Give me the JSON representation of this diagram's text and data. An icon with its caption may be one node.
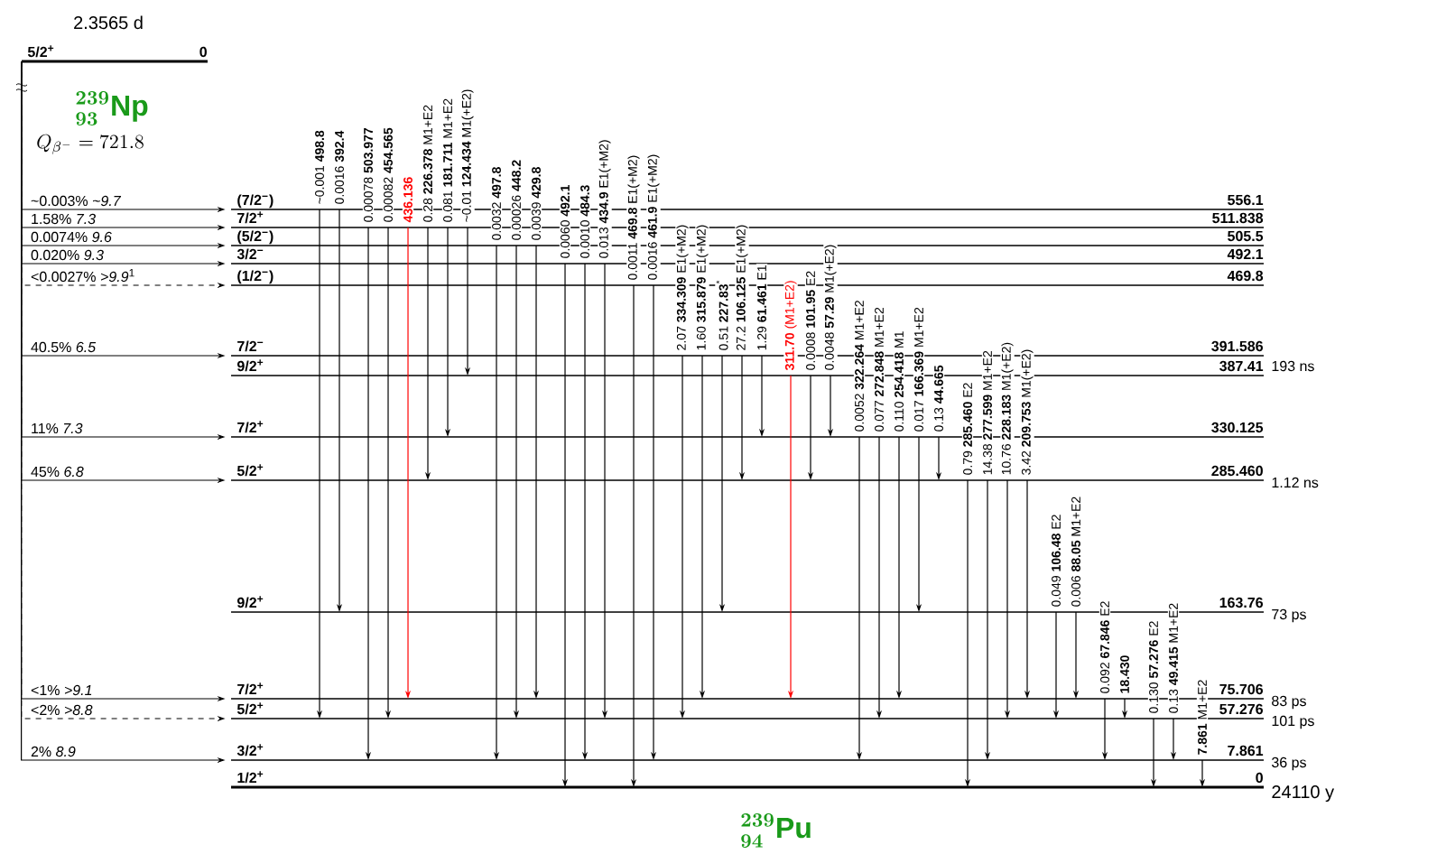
{
  "diagram": {
    "nodes": [
      {
        "text": [
          "5/2$^{+}$",
          "0"
        ],
        "beside": [
          "2.3565 d"
        ]
      },
      {
        "text": [
          "(7/2$^{−}$)",
          "556.1"
        ]
      },
      {
        "text": [
          "7/2$^{+}$",
          "511.838"
        ]
      },
      {
        "text": [
          "(5/2$^{−}$)",
          "505.5"
        ]
      },
      {
        "text": [
          "3/2$^{−}$",
          "492.1"
        ]
      },
      {
        "text": [
          "(1/2$^{−}$)",
          "469.8"
        ]
      },
      {
        "text": [
          "7/2$^{−}$",
          "391.586"
        ],
        "beside": [
          "193 ns"
        ]
      },
      {
        "text": [
          "9/2$^{+}$",
          "387.41"
        ]
      },
      {
        "text": [
          "7/2$^{+}$",
          "330.125"
        ]
      },
      {
        "text": [
          "5/2$^{+}$",
          "285.460"
        ],
        "beside": [
          "1.12 ns"
        ]
      },
      {
        "text": [
          "9/2$^{+}$",
          "163.76"
        ],
        "beside": [
          "73 ps"
        ]
      },
      {
        "text": [
          "7/2$^{+}$",
          "75.706"
        ],
        "beside": [
          "83 ps"
        ]
      },
      {
        "text": [
          "5/2$^{+}$",
          "57.276"
        ],
        "beside": [
          "101 ps"
        ]
      },
      {
        "text": [
          "3/2$^{+}$",
          "7.861"
        ],
        "beside": [
          "36 ps"
        ]
      },
      {
        "text": [
          "1/2$^{+}$",
          "0"
        ],
        "beside": [
          "24110 y"
        ]
      }
    ],
    "edges": [
      {
        "from": 0,
        "to": 1,
        "arrow": "to",
        "label": "~0.003% *~9.7*"
      },
      {
        "from": 0,
        "to": 2,
        "arrow": "to",
        "label": "1.58% *7.3*"
      },
      {
        "from": 0,
        "to": 3,
        "arrow": "to",
        "label": "0.0074% *9.6*"
      },
      {
        "from": 0,
        "to": 4,
        "arrow": "to",
        "label": "0.020% *9.3*"
      },
      {
        "from": 0,
        "to": 5,
        "arrow": "to",
        "label": "<0.0027% *>9.9*$^{1}$",
        "style": "dashed"
      },
      {
        "from": 0,
        "to": 6,
        "arrow": "to",
        "label": "40.5% *6.5*"
      },
      {
        "from": 0,
        "to": 8,
        "arrow": "to",
        "label": "11% *7.3*"
      },
      {
        "from": 0,
        "to": 9,
        "arrow": "to",
        "label": "45% *6.8*"
      },
      {
        "from": 0,
        "to": 11,
        "arrow": "to",
        "label": "<1% *>9.1*"
      },
      {
        "from": 0,
        "to": 12,
        "arrow": "to",
        "label": "<2% *>8.8*",
        "style": "dashed"
      },
      {
        "from": 0,
        "to": 13,
        "arrow": "to",
        "label": "2% *8.9*"
      },
      {
        "from": 1,
        "to": 12,
        "arrow": "to",
        "label": "~0.001 **498.8**"
      },
      {
        "from": 1,
        "to": 10,
        "arrow": "to",
        "label": "0.0016 **392.4**"
      },
      {
        "from": 2,
        "to": 13,
        "arrow": "to",
        "label": "0.00078 **503.977**"
      },
      {
        "from": 2,
        "to": 12,
        "arrow": "to",
        "label": "0.00082 **454.565**"
      },
      {
        "from": 2,
        "to": 11,
        "arrow": "to",
        "label": "**436.136**",
        "color": "#ff0000"
      },
      {
        "from": 2,
        "to": 9,
        "arrow": "to",
        "label": "0.28 **226.378** M1+E2"
      },
      {
        "from": 2,
        "to": 8,
        "arrow": "to",
        "label": "0.081 **181.711** M1+E2"
      },
      {
        "from": 2,
        "to": 7,
        "arrow": "to",
        "label": "~0.01 **124.434** M1(+E2)"
      },
      {
        "from": 3,
        "to": 13,
        "arrow": "to",
        "label": "0.0032 **497.8**"
      },
      {
        "from": 3,
        "to": 12,
        "arrow": "to",
        "label": "0.00026 **448.2**"
      },
      {
        "from": 3,
        "to": 11,
        "arrow": "to",
        "label": "0.0039 **429.8**"
      },
      {
        "from": 4,
        "to": 14,
        "arrow": "to",
        "label": "0.0060 **492.1**"
      },
      {
        "from": 4,
        "to": 13,
        "arrow": "to",
        "label": "0.0010 **484.3**"
      },
      {
        "from": 4,
        "to": 12,
        "arrow": "to",
        "label": "0.013 **434.9** E1(+M2)"
      },
      {
        "from": 5,
        "to": 14,
        "arrow": "to",
        "label": "0.0011 **469.8** E1(+M2)"
      },
      {
        "from": 5,
        "to": 13,
        "arrow": "to",
        "label": "0.0016 **461.9** E1(+M2)"
      },
      {
        "from": 6,
        "to": 12,
        "arrow": "to",
        "label": "2.07 **334.309** E1(+M2)"
      },
      {
        "from": 6,
        "to": 11,
        "arrow": "to",
        "label": "1.60 **315.879** E1(+M2)"
      },
      {
        "from": 6,
        "to": 10,
        "arrow": "to",
        "label": "0.51 **227.83**$^{*}$"
      },
      {
        "from": 6,
        "to": 9,
        "arrow": "to",
        "label": "27.2 **106.125** E1(+M2)"
      },
      {
        "from": 6,
        "to": 8,
        "arrow": "to",
        "label": "1.29 **61.461** E1"
      },
      {
        "from": 7,
        "to": 11,
        "arrow": "to",
        "label": "**311.70** (M1+E2)",
        "color": "#ff0000"
      },
      {
        "from": 7,
        "to": 9,
        "arrow": "to",
        "label": "0.0008 **101.95** E2"
      },
      {
        "from": 7,
        "to": 8,
        "arrow": "to",
        "label": "0.0048 **57.29** M1(+E2)"
      },
      {
        "from": 8,
        "to": 13,
        "arrow": "to",
        "label": "0.0052 **322.264** M1+E2"
      },
      {
        "from": 8,
        "to": 12,
        "arrow": "to",
        "label": "0.077 **272.848** M1+E2"
      },
      {
        "from": 8,
        "to": 11,
        "arrow": "to",
        "label": "0.110 **254.418** M1"
      },
      {
        "from": 8,
        "to": 10,
        "arrow": "to",
        "label": "0.017 **166.369** M1+E2"
      },
      {
        "from": 8,
        "to": 9,
        "arrow": "to",
        "label": "0.13 **44.665**"
      },
      {
        "from": 9,
        "to": 14,
        "arrow": "to",
        "label": "0.79 **285.460** E2"
      },
      {
        "from": 9,
        "to": 13,
        "arrow": "to",
        "label": "14.38 **277.599** M1+E2"
      },
      {
        "from": 9,
        "to": 12,
        "arrow": "to",
        "label": "10.76 **228.183** M1(+E2)"
      },
      {
        "from": 9,
        "to": 11,
        "arrow": "to",
        "label": "3.42 **209.753** M1(+E2)"
      },
      {
        "from": 10,
        "to": 12,
        "arrow": "to",
        "label": "0.049 **106.48** E2"
      },
      {
        "from": 10,
        "to": 11,
        "arrow": "to",
        "label": "0.006 **88.05** M1+E2"
      },
      {
        "from": 11,
        "to": 13,
        "arrow": "to",
        "label": "0.092 **67.846** E2"
      },
      {
        "from": 11,
        "to": 12,
        "arrow": "to",
        "label": "**18.430**"
      },
      {
        "from": 12,
        "to": 14,
        "arrow": "to",
        "label": "0.130 **57.276** E2"
      },
      {
        "from": 12,
        "to": 13,
        "arrow": "to",
        "label": "0.13 **49.415** M1+E2"
      },
      {
        "from": 13,
        "to": 14,
        "arrow": "to",
        "label": "**7.861** M1+E2"
      }
    ],
    "labels": [
      "{}^{239}_{93}\\mathrm{Np}",
      "Q_{\\beta^{-}}=721.8",
      "{}^{239}_{94}\\mathrm{Pu}"
    ]
  }
}
